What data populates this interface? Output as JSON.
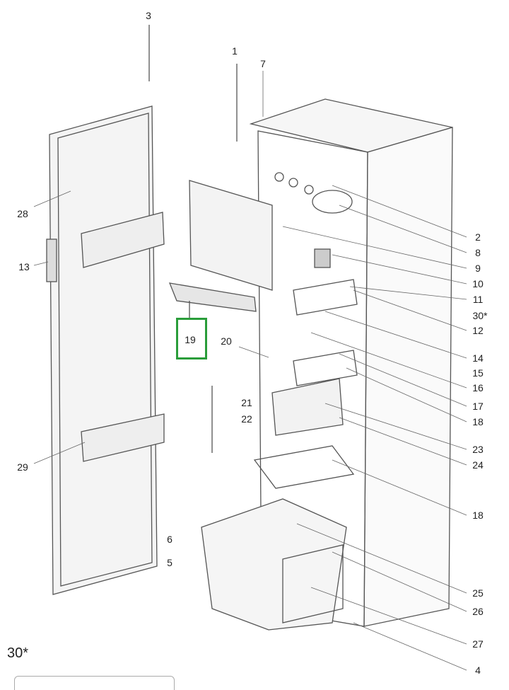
{
  "diagram": {
    "highlight_color": "#2a9d3a",
    "highlighted_part": "19",
    "labels": [
      "3",
      "1",
      "7",
      "28",
      "13",
      "29",
      "19",
      "20",
      "21",
      "22",
      "6",
      "5",
      "2",
      "8",
      "9",
      "10",
      "11",
      "30*",
      "12",
      "14",
      "15",
      "16",
      "17",
      "18",
      "23",
      "24",
      "18",
      "25",
      "26",
      "27",
      "4"
    ],
    "inset_label": "30*"
  }
}
